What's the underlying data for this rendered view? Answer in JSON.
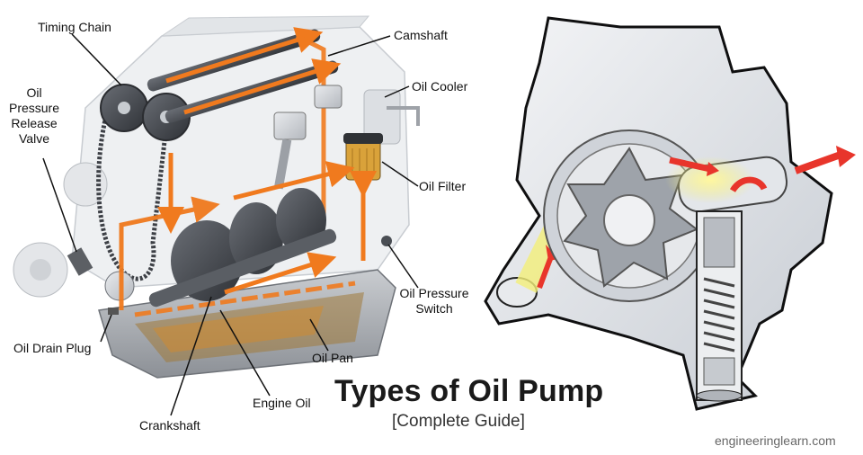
{
  "title": "Types of Oil Pump",
  "subtitle": "[Complete Guide]",
  "watermark": "engineeringlearn.com",
  "labels": {
    "timing_chain": "Timing Chain",
    "camshaft": "Camshaft",
    "oil_cooler": "Oil Cooler",
    "oil_pressure_release_valve": [
      "Oil",
      "Pressure",
      "Release",
      "Valve"
    ],
    "oil_filter": "Oil Filter",
    "oil_pressure_switch": [
      "Oil Pressure",
      "Switch"
    ],
    "oil_drain_plug": "Oil Drain Plug",
    "oil_pan": "Oil Pan",
    "engine_oil": "Engine Oil",
    "crankshaft": "Crankshaft"
  },
  "colors": {
    "oil_flow": "#f07a1e",
    "engine_metal": "#bfc3c8",
    "engine_dark": "#4a4e54",
    "pump_body": "#dde1e6",
    "pump_flow": "#e8352b",
    "pump_glow": "#f4ef7a"
  },
  "icons": [
    "engine-cutaway-illustration",
    "oil-pump-illustration"
  ]
}
